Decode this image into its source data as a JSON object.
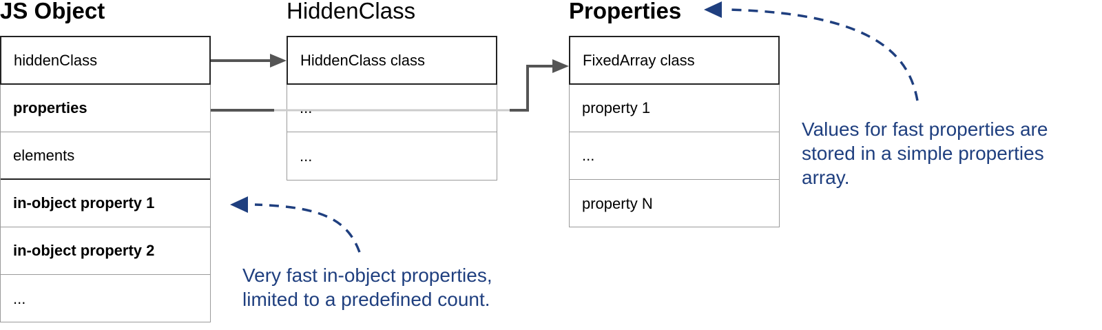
{
  "headings": {
    "js_object": "JS Object",
    "hidden_class": "HiddenClass",
    "properties": "Properties"
  },
  "js_object_rows": [
    "hiddenClass",
    "properties",
    "elements",
    "in-object property 1",
    "in-object property 2",
    "..."
  ],
  "hidden_class_rows": [
    "HiddenClass class",
    "...",
    "..."
  ],
  "properties_rows": [
    "FixedArray class",
    "property 1",
    "...",
    "property N"
  ],
  "notes": {
    "in_object": [
      "Very fast in-object properties,",
      "limited to a predefined count."
    ],
    "fast_properties": [
      "Values for fast properties are",
      "stored in a simple properties",
      "array."
    ]
  },
  "colors": {
    "note_text": "#1f3f7f",
    "dashed_arrow": "#1f3f7f",
    "solid_arrow": "#555555",
    "light_line": "#cccccc"
  }
}
